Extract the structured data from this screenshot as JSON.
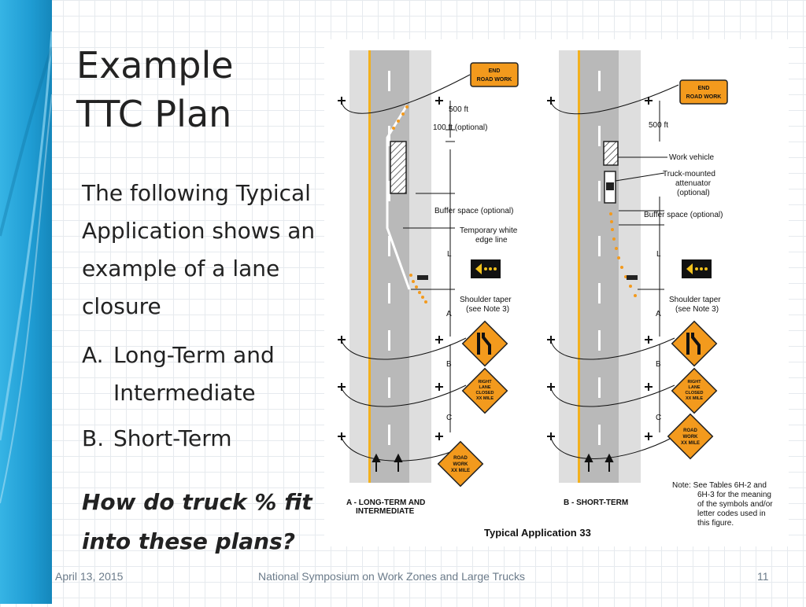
{
  "slide": {
    "title_line1": "Example",
    "title_line2": "TTC Plan",
    "body": "The following Typical Application shows an example of a lane closure",
    "list": [
      {
        "letter": "A.",
        "text": "Long-Term and Intermediate"
      },
      {
        "letter": "B.",
        "text": "Short-Term"
      }
    ],
    "question": "How do truck % fit into these plans?"
  },
  "figure": {
    "caption": "Typical Application 33",
    "panel_a_label_1": "A - LONG-TERM AND",
    "panel_a_label_2": "INTERMEDIATE",
    "panel_b_label": "B - SHORT-TERM",
    "note_lines": [
      "Note: See Tables 6H-2 and",
      "6H-3 for the meaning",
      "of the symbols and/or",
      "letter codes used in",
      "this figure."
    ],
    "signs": {
      "end_road_work_1": "END",
      "end_road_work_2": "ROAD WORK",
      "lane_closed_1": "RIGHT",
      "lane_closed_2": "LANE",
      "lane_closed_3": "CLOSED",
      "lane_closed_4": "XX MILE",
      "road_work_1": "ROAD",
      "road_work_2": "WORK",
      "road_work_3": "XX MILE"
    },
    "labels_a": {
      "dist_500": "500 ft",
      "dist_100": "100 ft (optional)",
      "buffer": "Buffer space (optional)",
      "edge_line_1": "Temporary white",
      "edge_line_2": "edge line",
      "taper_1": "Shoulder taper",
      "taper_2": "(see Note 3)",
      "L": "L",
      "A": "A",
      "B": "B",
      "C": "C"
    },
    "labels_b": {
      "dist_500": "500 ft",
      "work_vehicle": "Work vehicle",
      "attenuator_1": "Truck-mounted",
      "attenuator_2": "attenuator",
      "attenuator_3": "(optional)",
      "buffer": "Buffer space (optional)",
      "taper_1": "Shoulder taper",
      "taper_2": "(see Note 3)",
      "L": "L",
      "A": "A",
      "B": "B",
      "C": "C"
    }
  },
  "footer": {
    "date": "April 13, 2015",
    "event": "National Symposium on Work Zones and Large Trucks",
    "page": "11"
  },
  "colors": {
    "band_blue": "#1f9cd3",
    "sign_orange": "#f39a1d",
    "road_gray": "#b9b9b9",
    "shoulder_gray": "#dedede",
    "center_yellow": "#f2b01e"
  }
}
